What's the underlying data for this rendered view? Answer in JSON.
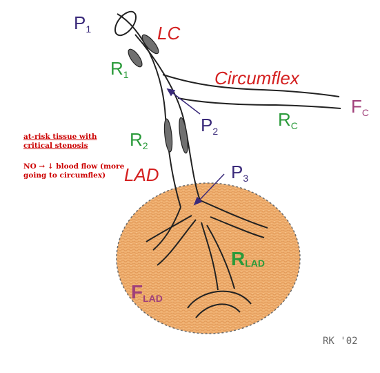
{
  "colors": {
    "purple": "#3a2a7a",
    "red": "#d42020",
    "green": "#2a9a3a",
    "magenta": "#a0407a",
    "myocardium": "#f0b070",
    "stenosis": "#707070",
    "note_red": "#cc0000"
  },
  "labels": {
    "p1_main": "P",
    "p1_sub": "1",
    "lc": "LC",
    "r1_main": "R",
    "r1_sub": "1",
    "circumflex": "Circumflex",
    "p2_main": "P",
    "p2_sub": "2",
    "rc_main": "R",
    "rc_sub": "C",
    "fc_main": "F",
    "fc_sub": "C",
    "r2_main": "R",
    "r2_sub": "2",
    "lad": "LAD",
    "p3_main": "P",
    "p3_sub": "3",
    "rlad_main": "R",
    "rlad_sub": "LAD",
    "flad_main": "F",
    "flad_sub": "LAD",
    "signature": "RK '02"
  },
  "notes": {
    "risk": "at-risk tissue with critical stenosis",
    "no_flow": "NO → ↓ blood flow (more going to circumflex)"
  }
}
